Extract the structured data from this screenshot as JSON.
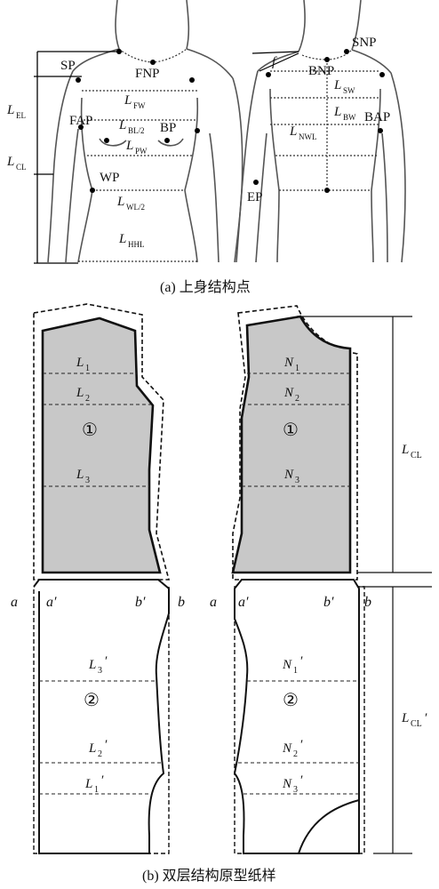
{
  "figure_a": {
    "caption": "(a) 上身结构点",
    "front_points": {
      "sp": "SP",
      "fnp": "FNP",
      "fap": "FAP",
      "bp": "BP",
      "wp": "WP"
    },
    "front_lines": {
      "lfw": {
        "main": "L",
        "sub": "FW"
      },
      "lbl2": {
        "main": "L",
        "sub": "BL/2"
      },
      "lpw": {
        "main": "L",
        "sub": "PW"
      },
      "lwl2": {
        "main": "L",
        "sub": "WL/2"
      },
      "lhhl": {
        "main": "L",
        "sub": "HHL"
      }
    },
    "side_dims": {
      "lel": {
        "main": "L",
        "sub": "EL"
      },
      "lcl": {
        "main": "L",
        "sub": "CL"
      }
    },
    "back_points": {
      "snp": "SNP",
      "bnp": "BNP",
      "bap": "BAP",
      "ep": "EP"
    },
    "back_lines": {
      "lsw": {
        "main": "L",
        "sub": "SW"
      },
      "lbw": {
        "main": "L",
        "sub": "BW"
      },
      "lnwl": {
        "main": "L",
        "sub": "NWL"
      }
    },
    "angle_label": "f"
  },
  "figure_b": {
    "caption": "(b) 双层结构原型纸样",
    "left_upper": {
      "l1": {
        "main": "L",
        "sub": "1"
      },
      "l2": {
        "main": "L",
        "sub": "2"
      },
      "l3": {
        "main": "L",
        "sub": "3"
      },
      "num": "①"
    },
    "right_upper": {
      "n1": {
        "main": "N",
        "sub": "1"
      },
      "n2": {
        "main": "N",
        "sub": "2"
      },
      "n3": {
        "main": "N",
        "sub": "3"
      },
      "num": "①"
    },
    "left_lower": {
      "l3p": {
        "main": "L",
        "sub": "3",
        "prime": "′"
      },
      "l2p": {
        "main": "L",
        "sub": "2",
        "prime": "′"
      },
      "l1p": {
        "main": "L",
        "sub": "1",
        "prime": "′"
      },
      "num": "②"
    },
    "right_lower": {
      "n1p": {
        "main": "N",
        "sub": "1",
        "prime": "′"
      },
      "n2p": {
        "main": "N",
        "sub": "2",
        "prime": "′"
      },
      "n3p": {
        "main": "N",
        "sub": "3",
        "prime": "′"
      },
      "num": "②"
    },
    "edge_labels": {
      "a": "a",
      "a_prime": "a′",
      "b_prime": "b′",
      "b": "b"
    },
    "dims": {
      "lcl": {
        "main": "L",
        "sub": "CL"
      },
      "lclp": {
        "main": "L",
        "sub": "CL",
        "prime": "′"
      }
    }
  },
  "colors": {
    "fill_gray": "#c8c8c8",
    "line": "#111111"
  }
}
